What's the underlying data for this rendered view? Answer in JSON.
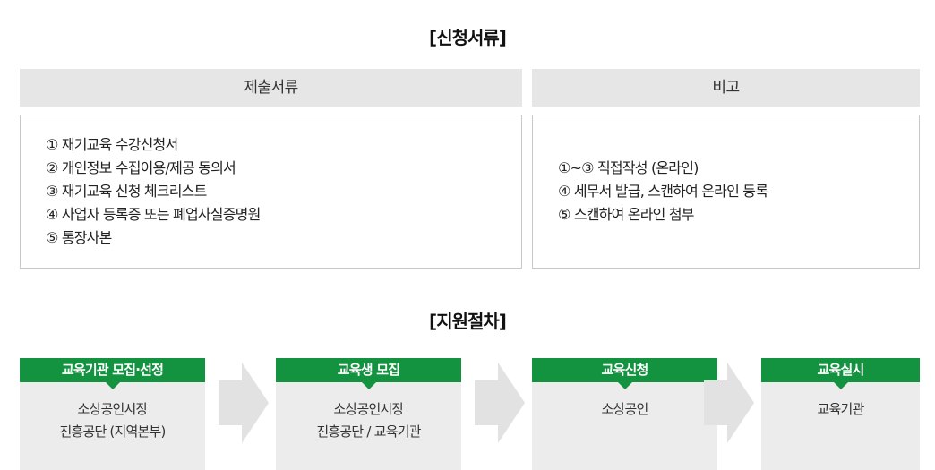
{
  "documents_section": {
    "title": "[신청서류]",
    "headers": {
      "documents": "제출서류",
      "remarks": "비고"
    },
    "documents": [
      "① 재기교육 수강신청서",
      "② 개인정보 수집이용/제공 동의서",
      "③ 재기교육 신청 체크리스트",
      "④ 사업자 등록증 또는 폐업사실증명원",
      "⑤ 통장사본"
    ],
    "remarks": [
      "①~③ 직접작성 (온라인)",
      "④ 세무서 발급, 스캔하여 온라인 등록",
      "⑤ 스캔하여 온라인 첨부"
    ]
  },
  "procedure_section": {
    "title": "[지원절차]",
    "steps": [
      {
        "title": "교육기관 모집·선정",
        "lines": [
          "소상공인시장",
          "진흥공단 (지역본부)"
        ]
      },
      {
        "title": "교육생 모집",
        "lines": [
          "소상공인시장",
          "진흥공단 / 교육기관"
        ]
      },
      {
        "title": "교육신청",
        "lines": [
          "소상공인"
        ]
      },
      {
        "title": "교육실시",
        "lines": [
          "교육기관"
        ]
      }
    ]
  },
  "colors": {
    "step_header": "#139240",
    "header_bar": "#e6e6e6",
    "step_box": "#ececec",
    "arrow": "#e2e2e2"
  },
  "icons": {
    "flow_arrow": "arrow-right-icon"
  }
}
